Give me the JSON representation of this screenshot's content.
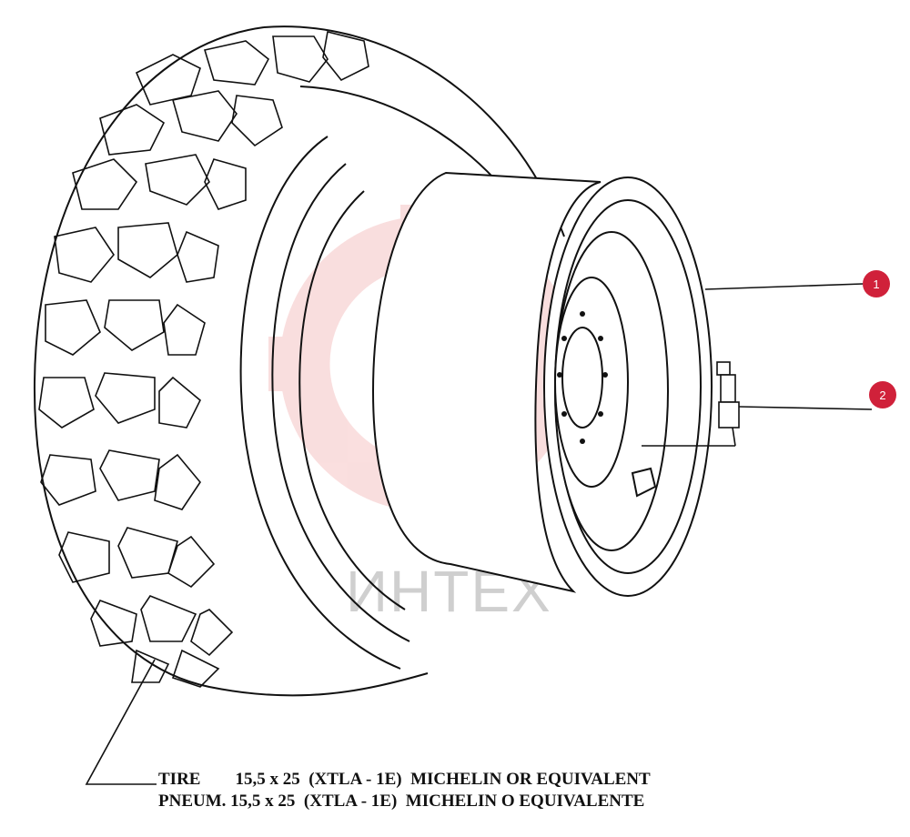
{
  "watermark_text": "ИНТЕХ",
  "callouts": [
    {
      "number": "1"
    },
    {
      "number": "2"
    }
  ],
  "caption_lines": [
    "TIRE        15,5 x 25  (XTLA - 1E)  MICHELIN OR EQUIVALENT",
    "PNEUM. 15,5 x 25  (XTLA - 1E)  MICHELIN O EQUIVALENTE"
  ],
  "colors": {
    "callout": "#d0213a",
    "line_art": "#111111",
    "watermark": "#f3b8b8"
  }
}
